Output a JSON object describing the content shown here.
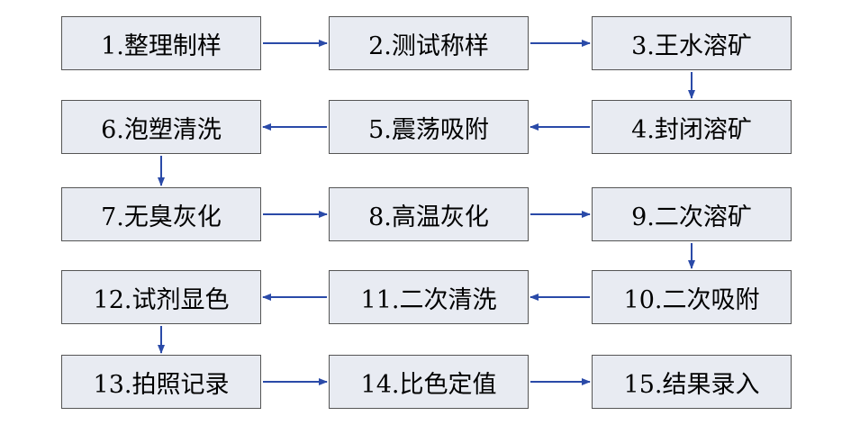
{
  "colors": {
    "box_fill": "#e8ebf2",
    "box_border": "#555555",
    "arrow": "#2a4aa8",
    "text": "#000000"
  },
  "steps": [
    {
      "id": 1,
      "label": "1.整理制样"
    },
    {
      "id": 2,
      "label": "2.测试称样"
    },
    {
      "id": 3,
      "label": "3.王水溶矿"
    },
    {
      "id": 4,
      "label": "4.封闭溶矿"
    },
    {
      "id": 5,
      "label": "5.震荡吸附"
    },
    {
      "id": 6,
      "label": "6.泡塑清洗"
    },
    {
      "id": 7,
      "label": "7.无臭灰化"
    },
    {
      "id": 8,
      "label": "8.高温灰化"
    },
    {
      "id": 9,
      "label": "9.二次溶矿"
    },
    {
      "id": 10,
      "label": "10.二次吸附"
    },
    {
      "id": 11,
      "label": "11.二次清洗"
    },
    {
      "id": 12,
      "label": "12.试剂显色"
    },
    {
      "id": 13,
      "label": "13.拍照记录"
    },
    {
      "id": 14,
      "label": "14.比色定值"
    },
    {
      "id": 15,
      "label": "15.结果录入"
    }
  ],
  "flow": [
    [
      1,
      2
    ],
    [
      2,
      3
    ],
    [
      3,
      4
    ],
    [
      4,
      5
    ],
    [
      5,
      6
    ],
    [
      6,
      7
    ],
    [
      7,
      8
    ],
    [
      8,
      9
    ],
    [
      9,
      10
    ],
    [
      10,
      11
    ],
    [
      11,
      12
    ],
    [
      12,
      13
    ],
    [
      13,
      14
    ],
    [
      14,
      15
    ]
  ]
}
